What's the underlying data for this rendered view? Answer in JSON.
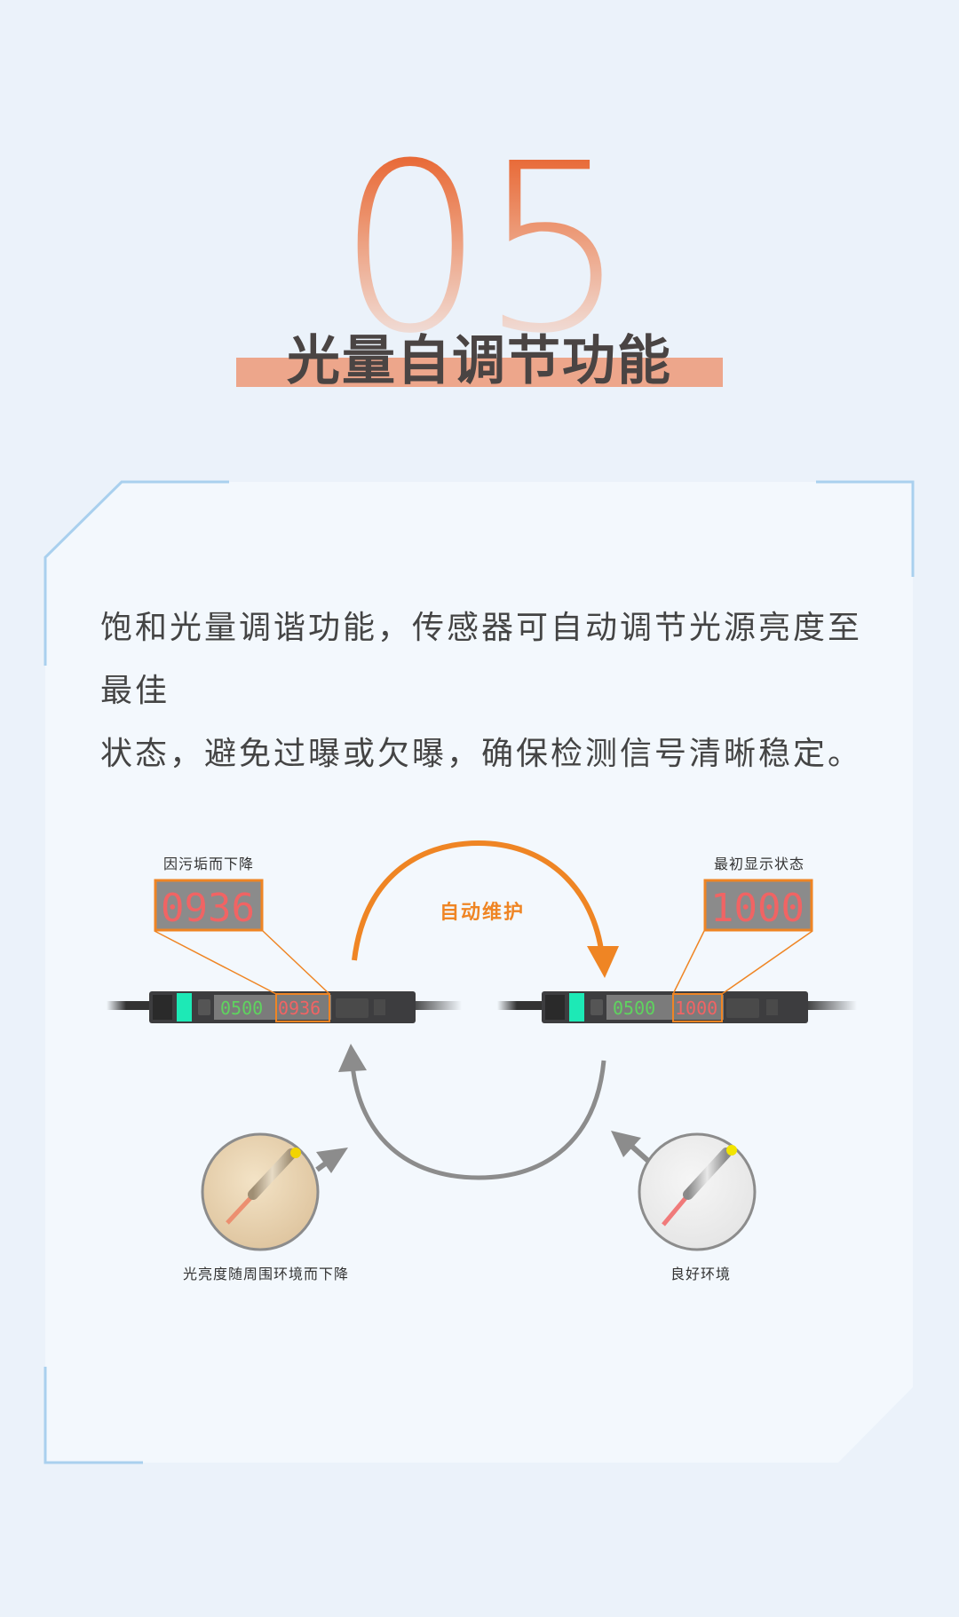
{
  "header": {
    "section_number": "05",
    "title": "光量自调节功能"
  },
  "content": {
    "description_line1": "饱和光量调谐功能，传感器可自动调节光源亮度至最佳",
    "description_line2": "状态，避免过曝或欠曝，确保检测信号清晰稳定。"
  },
  "diagram": {
    "left_sensor": {
      "label": "因污垢而下降",
      "green_value": "0500",
      "red_value": "0936"
    },
    "right_sensor": {
      "label": "最初显示状态",
      "green_value": "0500",
      "red_value": "1000"
    },
    "cycle_label": "自动维护",
    "left_environment_label": "光亮度随周围环境而下降",
    "right_environment_label": "良好环境"
  },
  "colors": {
    "accent_orange": "#ef8524",
    "title_text": "#4a4443",
    "title_bar": "#eda68b",
    "card_bg": "#f3f8fd",
    "page_bg": "#ebf2fa",
    "card_accent": "#a9d0ee",
    "display_red": "#f06464",
    "display_green": "#5fd35f",
    "indicator_teal": "#1de9b6"
  }
}
